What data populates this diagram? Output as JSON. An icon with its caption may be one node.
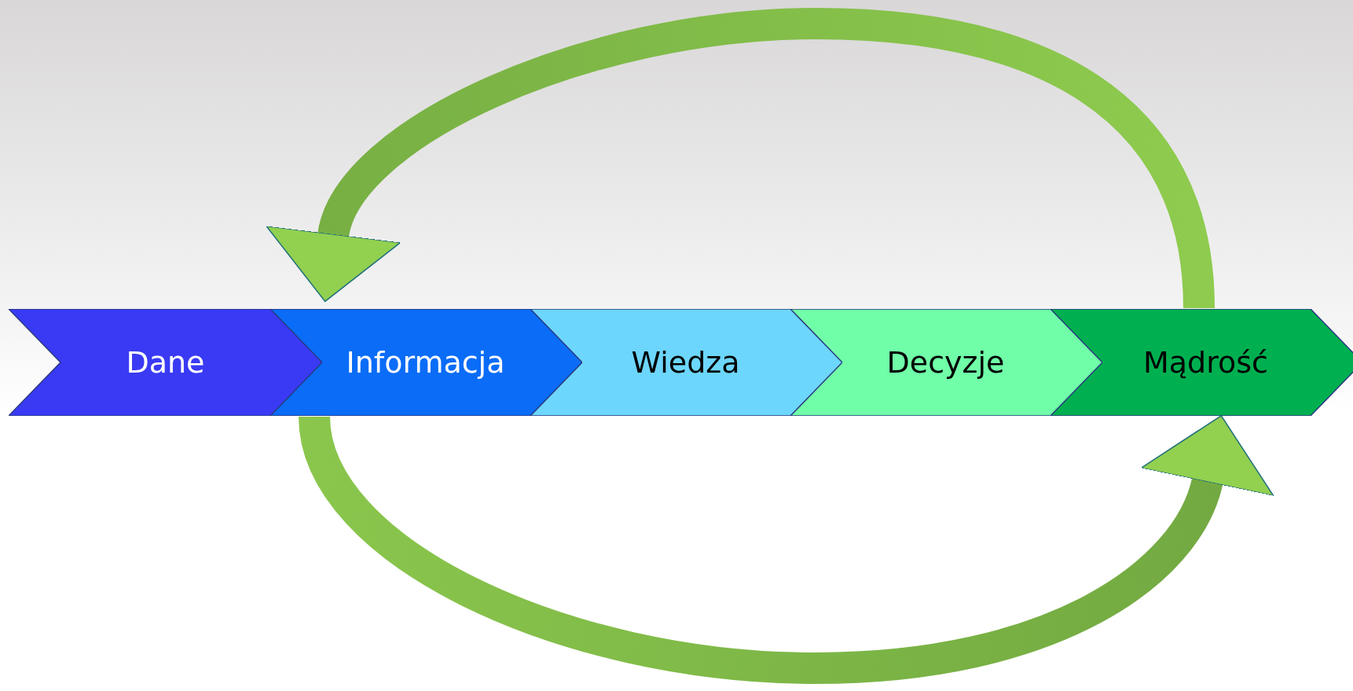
{
  "diagram": {
    "nodes": [
      {
        "text": [
          "Dane"
        ]
      },
      {
        "text": [
          "Informacja"
        ]
      },
      {
        "text": [
          "Wiedza"
        ]
      },
      {
        "text": [
          "Decyzje"
        ]
      },
      {
        "text": [
          "Mądrość"
        ]
      }
    ],
    "edges": [
      {
        "from": 4,
        "to": 1,
        "arrow": "to"
      },
      {
        "from": 1,
        "to": 4,
        "arrow": "to"
      }
    ]
  }
}
